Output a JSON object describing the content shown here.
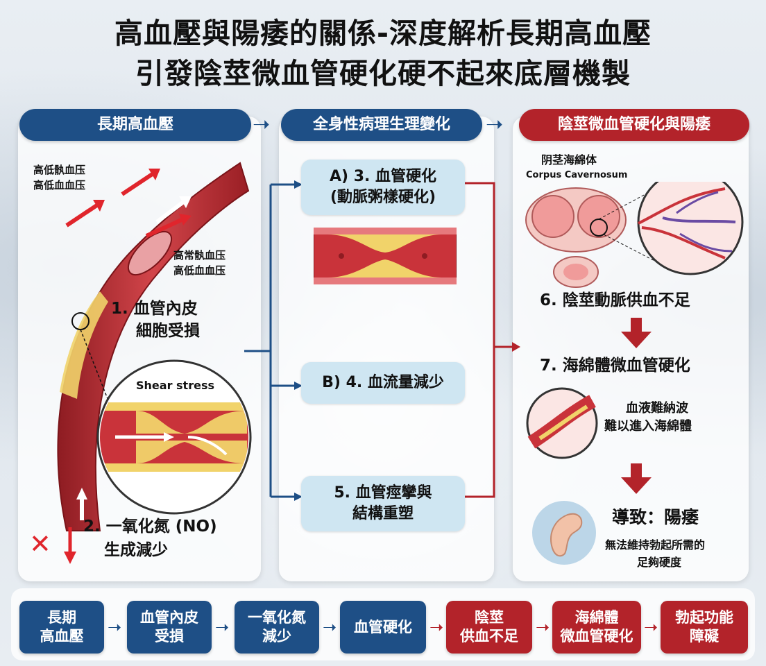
{
  "title": {
    "line1": "高血壓與陽痿的關係-深度解析長期高血壓",
    "line2": "引發陰莖微血管硬化硬不起來底層機製"
  },
  "headers": {
    "col1": "長期高血壓",
    "col2": "全身性病理生理變化",
    "col3": "陰莖微血管硬化與陽痿"
  },
  "col1": {
    "pressure_label_a_1": "高低骫血压",
    "pressure_label_a_2": "高低血血压",
    "pressure_label_b_1": "高常骫血压",
    "pressure_label_b_2": "高低血血压",
    "step1_line1": "1. 血管內皮",
    "step1_line2": "細胞受損",
    "shear_label": "Shear stress",
    "step2_line1": "2. 一氧化氮 (NO)",
    "step2_line2": "生成減少"
  },
  "col2": {
    "a_line1": "A) 3. 血管硬化",
    "a_line2": "(動脈粥樣硬化)",
    "b_line1": "B) 4. 血流量減少",
    "c_line1": "5. 血管痙攣與",
    "c_line2": "結構重塑"
  },
  "col3": {
    "anatomy_label_cn": "阴茎海綿体",
    "anatomy_label_en": "Corpus Cavernosum",
    "step6": "6. 陰莖動脈供血不足",
    "step7": "7. 海綿體微血管硬化",
    "note_line1": "血液難納波",
    "note_line2": "難以進入海綿體",
    "result_title": "導致：陽痿",
    "result_line1": "無法維持勃起所需的",
    "result_line2": "足夠硬度"
  },
  "flow": [
    {
      "line1": "長期",
      "line2": "高血壓",
      "color": "#1e4f86"
    },
    {
      "line1": "血管內皮",
      "line2": "受損",
      "color": "#1e4f86"
    },
    {
      "line1": "一氧化氮",
      "line2": "減少",
      "color": "#1e4f86"
    },
    {
      "line1": "血管硬化",
      "line2": "",
      "color": "#1e4f86"
    },
    {
      "line1": "陰莖",
      "line2": "供血不足",
      "color": "#b3232a"
    },
    {
      "line1": "海綿體",
      "line2": "微血管硬化",
      "color": "#b3232a"
    },
    {
      "line1": "勃起功能",
      "line2": "障礙",
      "color": "#b3232a"
    }
  ],
  "colors": {
    "blue": "#1e4f86",
    "red": "#b3232a",
    "light_box": "#cfe6f2",
    "vessel": "#c9333a",
    "plaque": "#f1d36a"
  }
}
